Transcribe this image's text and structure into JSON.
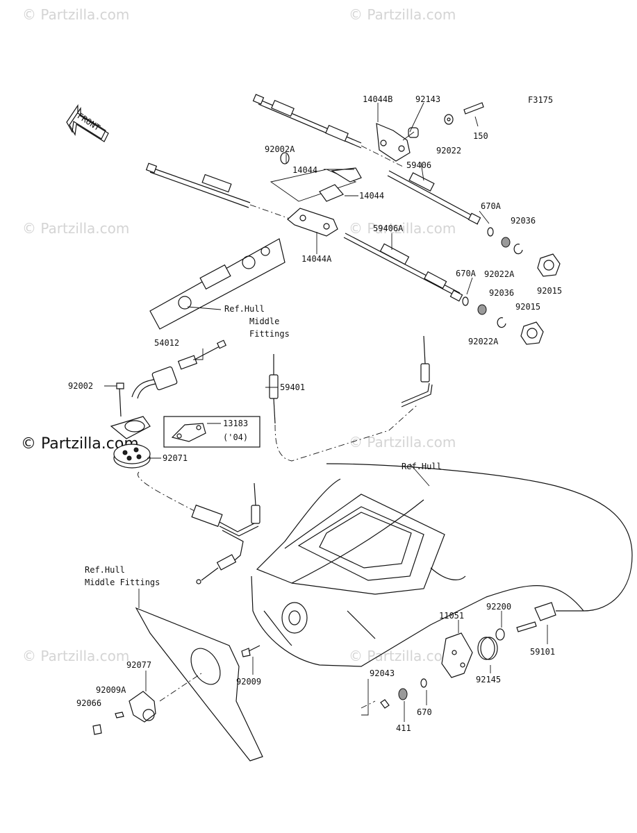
{
  "figure_code": "F3175",
  "front_label": "FRONT",
  "watermark": "© Partzilla.com",
  "parts": [
    {
      "id": "14044B"
    },
    {
      "id": "92143"
    },
    {
      "id": "150"
    },
    {
      "id": "92022"
    },
    {
      "id": "92002A"
    },
    {
      "id": "14044"
    },
    {
      "id": "14044b",
      "text": "14044"
    },
    {
      "id": "59406"
    },
    {
      "id": "670A"
    },
    {
      "id": "92036"
    },
    {
      "id": "14044A"
    },
    {
      "id": "59406A"
    },
    {
      "id": "92022A"
    },
    {
      "id": "92015"
    },
    {
      "id": "670Ab",
      "text": "670A"
    },
    {
      "id": "92036b",
      "text": "92036"
    },
    {
      "id": "92015b",
      "text": "92015"
    },
    {
      "id": "92022Ab",
      "text": "92022A"
    },
    {
      "id": "54012"
    },
    {
      "id": "59401"
    },
    {
      "id": "92002"
    },
    {
      "id": "13183"
    },
    {
      "id": "04",
      "text": "('04)"
    },
    {
      "id": "92071"
    },
    {
      "id": "11051"
    },
    {
      "id": "92200"
    },
    {
      "id": "59101"
    },
    {
      "id": "92145"
    },
    {
      "id": "92043"
    },
    {
      "id": "670"
    },
    {
      "id": "411"
    },
    {
      "id": "92009"
    },
    {
      "id": "92077"
    },
    {
      "id": "92009A"
    },
    {
      "id": "92066"
    }
  ],
  "labels": {
    "l14044B": "14044B",
    "l92143": "92143",
    "l150": "150",
    "l92022": "92022",
    "l92002A": "92002A",
    "l14044a": "14044",
    "l14044b": "14044",
    "l59406": "59406",
    "l670A_1": "670A",
    "l92036_1": "92036",
    "l14044A": "14044A",
    "l59406A": "59406A",
    "l92022A_1": "92022A",
    "l92015_1": "92015",
    "l670A_2": "670A",
    "l92036_2": "92036",
    "l92015_2": "92015",
    "l92022A_2": "92022A",
    "l54012": "54012",
    "l59401": "59401",
    "l92002": "92002",
    "l13183": "13183",
    "l13183y": "('04)",
    "l92071": "92071",
    "l11051": "11051",
    "l92200": "92200",
    "l59101": "59101",
    "l92145": "92145",
    "l92043": "92043",
    "l670": "670",
    "l411": "411",
    "l92009": "92009",
    "l92077": "92077",
    "l92009A": "92009A",
    "l92066": "92066"
  },
  "refs": {
    "ref_middle_top_1": "Ref.Hull",
    "ref_middle_top_2": "Middle",
    "ref_middle_top_3": "Fittings",
    "ref_hull": "Ref.Hull",
    "ref_middle_bot_1": "Ref.Hull",
    "ref_middle_bot_2": "Middle Fittings"
  }
}
